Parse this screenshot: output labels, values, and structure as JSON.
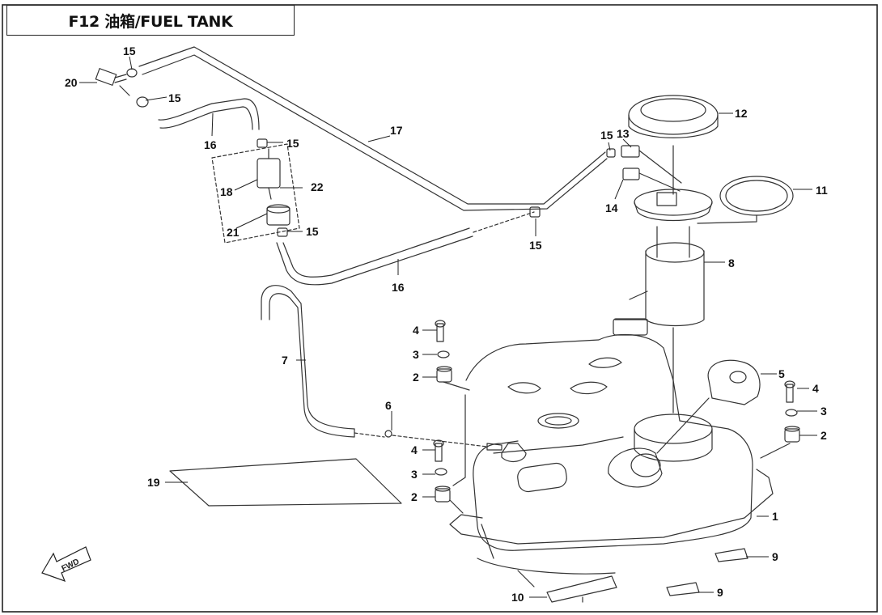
{
  "title": "F12 油箱/FUEL TANK",
  "callouts": {
    "c20": "20",
    "c15a": "15",
    "c15b": "15",
    "c16a": "16",
    "c17": "17",
    "c15c": "15",
    "c18": "18",
    "c22": "22",
    "c21": "21",
    "c15d": "15",
    "c16b": "16",
    "c15e": "15",
    "c15f": "15",
    "c13": "13",
    "c14": "14",
    "c12": "12",
    "c11": "11",
    "c8": "8",
    "c7": "7",
    "c4a": "4",
    "c3a": "3",
    "c2a": "2",
    "c6": "6",
    "c4b": "4",
    "c3b": "3",
    "c2b": "2",
    "c5": "5",
    "c4c": "4",
    "c3c": "3",
    "c2c": "2",
    "c19": "19",
    "c1": "1",
    "c9a": "9",
    "c9b": "9",
    "c10": "10"
  },
  "direction_marker": "FWD"
}
